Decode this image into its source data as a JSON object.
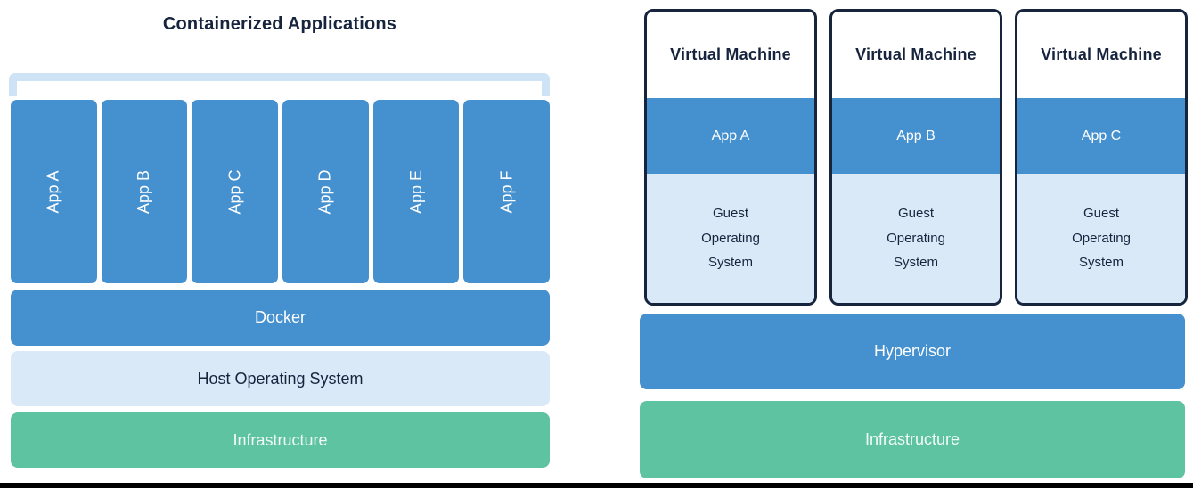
{
  "left_panel": {
    "title": "Containerized Applications",
    "apps": [
      "App A",
      "App B",
      "App C",
      "App D",
      "App E",
      "App F"
    ],
    "layers": {
      "docker": "Docker",
      "host_os": "Host Operating System",
      "infrastructure": "Infrastructure"
    }
  },
  "right_panel": {
    "vms": [
      {
        "title": "Virtual Machine",
        "app": "App A",
        "os": "Guest Operating System"
      },
      {
        "title": "Virtual Machine",
        "app": "App B",
        "os": "Guest Operating System"
      },
      {
        "title": "Virtual Machine",
        "app": "App C",
        "os": "Guest Operating System"
      }
    ],
    "layers": {
      "hypervisor": "Hypervisor",
      "infrastructure": "Infrastructure"
    }
  },
  "colors": {
    "blue": "#4590ce",
    "light_blue": "#d9e9f8",
    "bracket_blue": "#cfe3f6",
    "green": "#5ec3a1",
    "navy": "#17243e"
  }
}
